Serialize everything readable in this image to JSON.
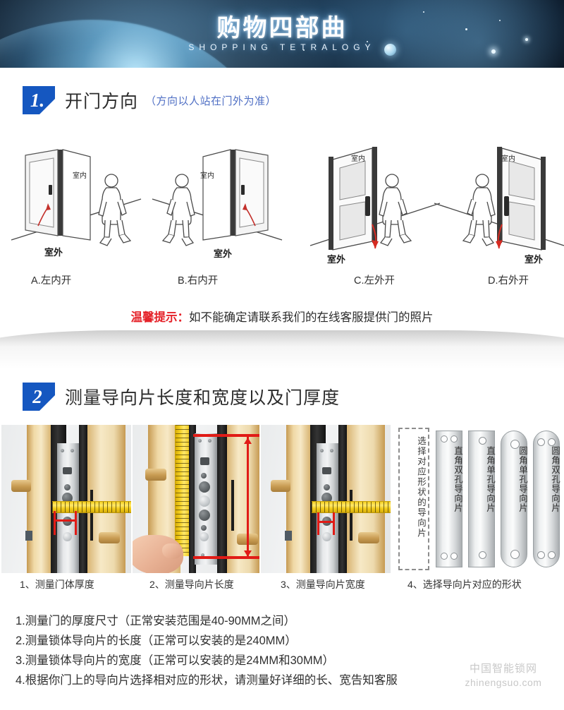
{
  "banner": {
    "title": "购物四部曲",
    "subtitle": "SHOPPING TETRALOGY"
  },
  "section1": {
    "badge": "1.",
    "title": "开门方向",
    "note": "（方向以人站在门外为准）",
    "diagrams": [
      {
        "indoor": "室内",
        "outdoor": "室外",
        "label": "A.左内开"
      },
      {
        "indoor": "室内",
        "outdoor": "室外",
        "label": "B.右内开"
      },
      {
        "indoor": "室内",
        "outdoor": "室外",
        "label": "C.左外开"
      },
      {
        "indoor": "室内",
        "outdoor": "室外",
        "label": "D.右外开"
      }
    ],
    "tip_key": "温馨提示：",
    "tip_body": "如不能确定请联系我们的在线客服提供门的照片",
    "tip_key_color": "#e5232a"
  },
  "section2": {
    "badge": "2",
    "title": "测量导向片长度和宽度以及门厚度",
    "dashbox_text": "选择对应形状的导向片",
    "plates": [
      {
        "label": "直角双孔导向片",
        "shape": "square",
        "holes": "double"
      },
      {
        "label": "直角单孔导向片",
        "shape": "square",
        "holes": "single"
      },
      {
        "label": "圆角单孔导向片",
        "shape": "round",
        "holes": "single"
      },
      {
        "label": "圆角双孔导向片",
        "shape": "round",
        "holes": "double"
      }
    ],
    "captions": [
      "1、测量门体厚度",
      "2、测量导向片长度",
      "3、测量导向片宽度",
      "4、选择导向片对应的形状"
    ],
    "notes": [
      "1.测量门的厚度尺寸（正常安装范围是40-90MM之间）",
      "2.测量锁体导向片的长度（正常可以安装的是240MM）",
      "3.测量锁体导向片的宽度（正常可以安装的是24MM和30MM）",
      "4.根据你门上的导向片选择相对应的形状，请测量好详细的长、宽告知客服"
    ]
  },
  "watermark": {
    "cn": "中国智能锁网",
    "url": "zhinengsuo.com"
  },
  "colors": {
    "badge_blue": "#1557c0",
    "note_blue": "#4f6fc4",
    "tip_red": "#e5232a"
  }
}
